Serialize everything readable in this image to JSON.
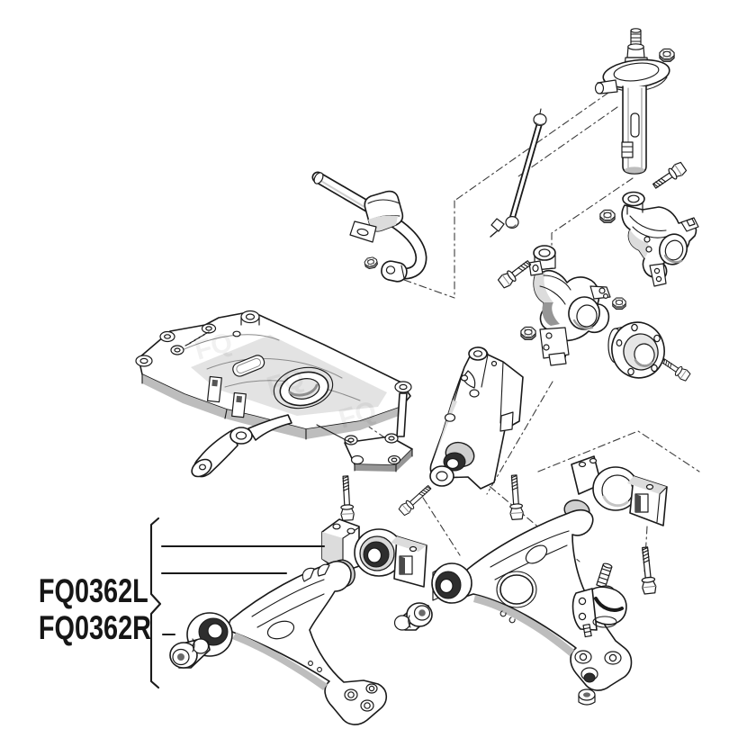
{
  "page": {
    "type": "parts-catalog-exploded-diagram",
    "subject": "front-axle-suspension",
    "background_color": "#ffffff"
  },
  "labels": {
    "part_codes": [
      {
        "text": "FQ0362L"
      },
      {
        "text": "FQ0362R"
      }
    ]
  },
  "colors": {
    "ink": "#1a1a1a",
    "shade_light": "#dcdcdc",
    "shade_mid": "#bdbdbd",
    "shade_dark": "#969696",
    "rubber_dark": "#2e2e2e",
    "leader_line": "#3d3d3d"
  },
  "parts": [
    {
      "name": "front-strut"
    },
    {
      "name": "strut-rod-nut"
    },
    {
      "name": "stabilizer-link"
    },
    {
      "name": "stabilizer-bar"
    },
    {
      "name": "stabilizer-bar-bushing-clamp"
    },
    {
      "name": "clamp-nut"
    },
    {
      "name": "steering-knuckle-right"
    },
    {
      "name": "steering-knuckle-left"
    },
    {
      "name": "knuckle-pinch-bolt-upper"
    },
    {
      "name": "knuckle-pinch-bolt-left"
    },
    {
      "name": "knuckle-nut-right"
    },
    {
      "name": "knuckle-nut-left"
    },
    {
      "name": "hub-nut"
    },
    {
      "name": "wheel-hub"
    },
    {
      "name": "hub-bolt"
    },
    {
      "name": "subframe"
    },
    {
      "name": "console-bracket"
    },
    {
      "name": "subframe-bolt-vertical"
    },
    {
      "name": "subframe-bolt-diagonal"
    },
    {
      "name": "console-bolt"
    },
    {
      "name": "arm-mount-housing-left"
    },
    {
      "name": "arm-mount-housing-right"
    },
    {
      "name": "housing-bolt"
    },
    {
      "name": "control-arm-left"
    },
    {
      "name": "control-arm-right"
    },
    {
      "name": "cone-bushing-left"
    },
    {
      "name": "cone-bushing-right"
    },
    {
      "name": "ball-joint"
    },
    {
      "name": "ball-joint-nut"
    }
  ]
}
